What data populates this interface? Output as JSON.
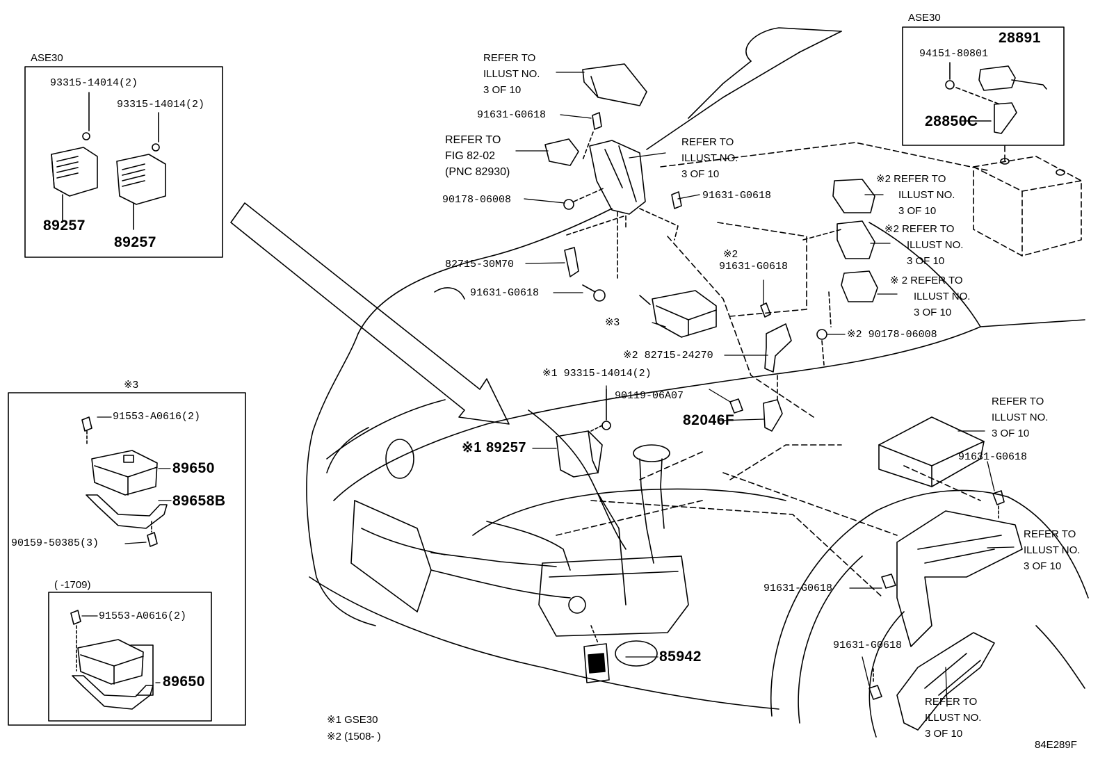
{
  "header_labels": {
    "ase30_left": "ASE30",
    "ase30_right": "ASE30",
    "x3_title": "※3",
    "range_1709": "(      -1709)"
  },
  "refer": {
    "r1": [
      "REFER TO",
      "ILLUST NO.",
      "3 OF 10"
    ],
    "fig": [
      "REFER TO",
      "FIG 82-02",
      "(PNC 82930)"
    ],
    "r2": [
      "REFER TO",
      "ILLUST NO.",
      "3 OF 10"
    ],
    "r3": [
      "※2 REFER TO",
      "ILLUST NO.",
      "3 OF 10"
    ],
    "r4": [
      "※2 REFER TO",
      "ILLUST NO.",
      "3 OF 10"
    ],
    "r5": [
      "※ 2 REFER TO",
      "ILLUST NO.",
      "3 OF 10"
    ],
    "r6": [
      "REFER TO",
      "ILLUST NO.",
      "3 OF 10"
    ],
    "r7": [
      "REFER TO",
      "ILLUST NO.",
      "3 OF 10"
    ],
    "r8": [
      "REFER TO",
      "ILLUST NO.",
      "3 OF 10"
    ]
  },
  "parts": {
    "p93315_a": "93315-14014(2)",
    "p93315_b": "93315-14014(2)",
    "p89257_a": "89257",
    "p89257_b": "89257",
    "p91631_a": "91631-G0618",
    "p90178_a": "90178-06008",
    "p91631_b": "91631-G0618",
    "p82715_30": "82715-30M70",
    "p91631_c": "91631-G0618",
    "x3_mark": "※3",
    "p91631_d_x": "※2",
    "p91631_d": "91631-G0618",
    "p90178_b": "※2 90178-06008",
    "p82715_24": "※2 82715-24270",
    "p93315_c": "※1 93315-14014(2)",
    "p90119": "90119-06A07",
    "p82046": "82046F",
    "p89257_c": "※1 89257",
    "p94151": "94151-80801",
    "p28891": "28891",
    "p28850": "28850C",
    "p91553_a": "91553-A0616(2)",
    "p89650_a": "89650",
    "p89658": "89658B",
    "p90159": "90159-50385(3)",
    "p91553_b": "91553-A0616(2)",
    "p89650_b": "89650",
    "p91631_e": "91631-G0618",
    "p91631_f": "91631-G0618",
    "p91631_g": "91631-G0618",
    "p85942": "85942"
  },
  "footnotes": {
    "n1": "※1 GSE30",
    "n2": "※2 (1508-        )"
  },
  "diagram_code": "84E289F"
}
